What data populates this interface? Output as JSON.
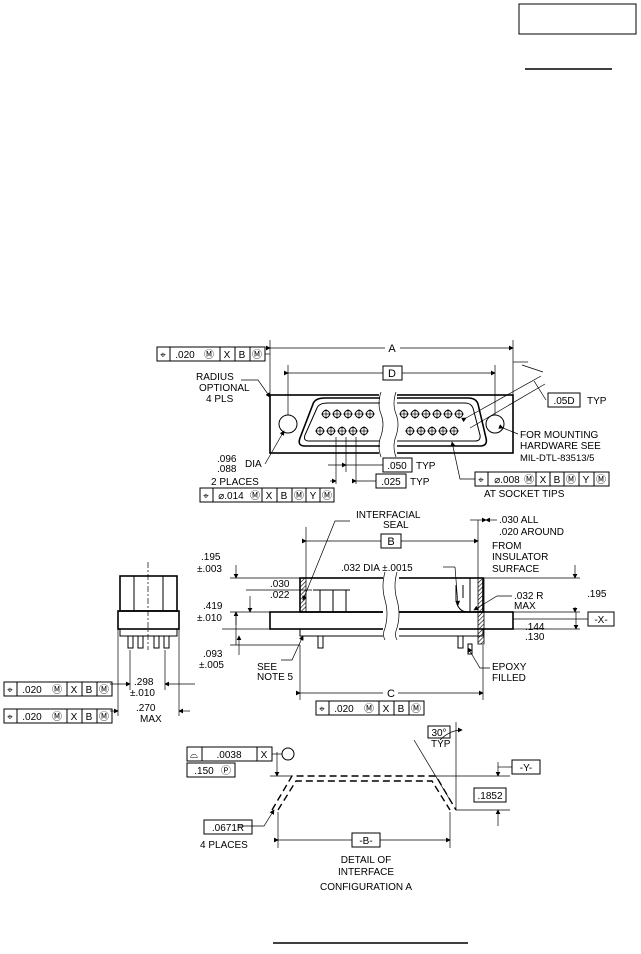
{
  "header": {
    "page_box": ""
  },
  "top_view": {
    "dim_a": "A",
    "dim_d": "D",
    "radius_note": [
      "RADIUS",
      "OPTIONAL",
      "4 PLS"
    ],
    "fcf_top": [
      "⌖",
      ".020",
      "Ⓜ",
      "X",
      "B",
      "Ⓜ"
    ],
    "hole_dia": [
      ".096",
      ".088"
    ],
    "dia_label": "DIA",
    "places_2": "2 PLACES",
    "fcf_hole": [
      "⌖",
      "⌀.014",
      "Ⓜ",
      "X",
      "B",
      "Ⓜ",
      "Y",
      "Ⓜ"
    ],
    "pitch_050": ".050",
    "pitch_025": ".025",
    "typ": "TYP",
    "typ_050D": ".05D",
    "mount_note": [
      "FOR MOUNTING",
      "HARDWARE SEE",
      "MIL-DTL-83513/5"
    ],
    "fcf_socket": [
      "⌖",
      "⌀.008",
      "Ⓜ",
      "X",
      "B",
      "Ⓜ",
      "Y",
      "Ⓜ"
    ],
    "socket_note": "AT SOCKET TIPS"
  },
  "side_view": {
    "interfacial_seal": [
      "INTERFACIAL",
      "SEAL"
    ],
    "dim_b": "B",
    "around_note": [
      ".030 ALL",
      ".020 AROUND"
    ],
    "from_note": [
      "FROM",
      "INSULATOR",
      "SURFACE"
    ],
    "dim_195": [
      ".195",
      "±.003"
    ],
    "dim_030": [
      ".030",
      ".022"
    ],
    "dim_419": [
      ".419",
      "±.010"
    ],
    "dim_093": [
      ".093",
      "±.005"
    ],
    "dia_032": ".032 DIA ±.0015",
    "r_032": [
      ".032 R",
      "MAX"
    ],
    "dim_195b": ".195",
    "dim_144": [
      ".144",
      ".130"
    ],
    "datum_x": "-X-",
    "see_note": [
      "SEE",
      "NOTE 5"
    ],
    "epoxy": [
      "EPOXY",
      "FILLED"
    ],
    "dim_c": "C",
    "fcf_c": [
      "⌖",
      ".020",
      "Ⓜ",
      "X",
      "B",
      "Ⓜ"
    ]
  },
  "end_view": {
    "dim_298": [
      ".298",
      "±.010"
    ],
    "dim_270": [
      ".270",
      "MAX"
    ],
    "fcf_a": [
      "⌖",
      ".020",
      "Ⓜ",
      "X",
      "B",
      "Ⓜ"
    ],
    "fcf_b": [
      "⌖",
      ".020",
      "Ⓜ",
      "X",
      "B",
      "Ⓜ"
    ]
  },
  "detail": {
    "profile_fcf": [
      "⌓",
      ".0038",
      "X"
    ],
    "dim_150": [
      ".150",
      "Ⓟ"
    ],
    "angle": "30°",
    "typ": "TYP",
    "datum_y": "-Y-",
    "dim_1852": ".1852",
    "r_0671": ".0671R",
    "places_4": "4 PLACES",
    "datum_b": "-B-",
    "caption": [
      "DETAIL OF",
      "INTERFACE",
      "CONFIGURATION A"
    ]
  }
}
